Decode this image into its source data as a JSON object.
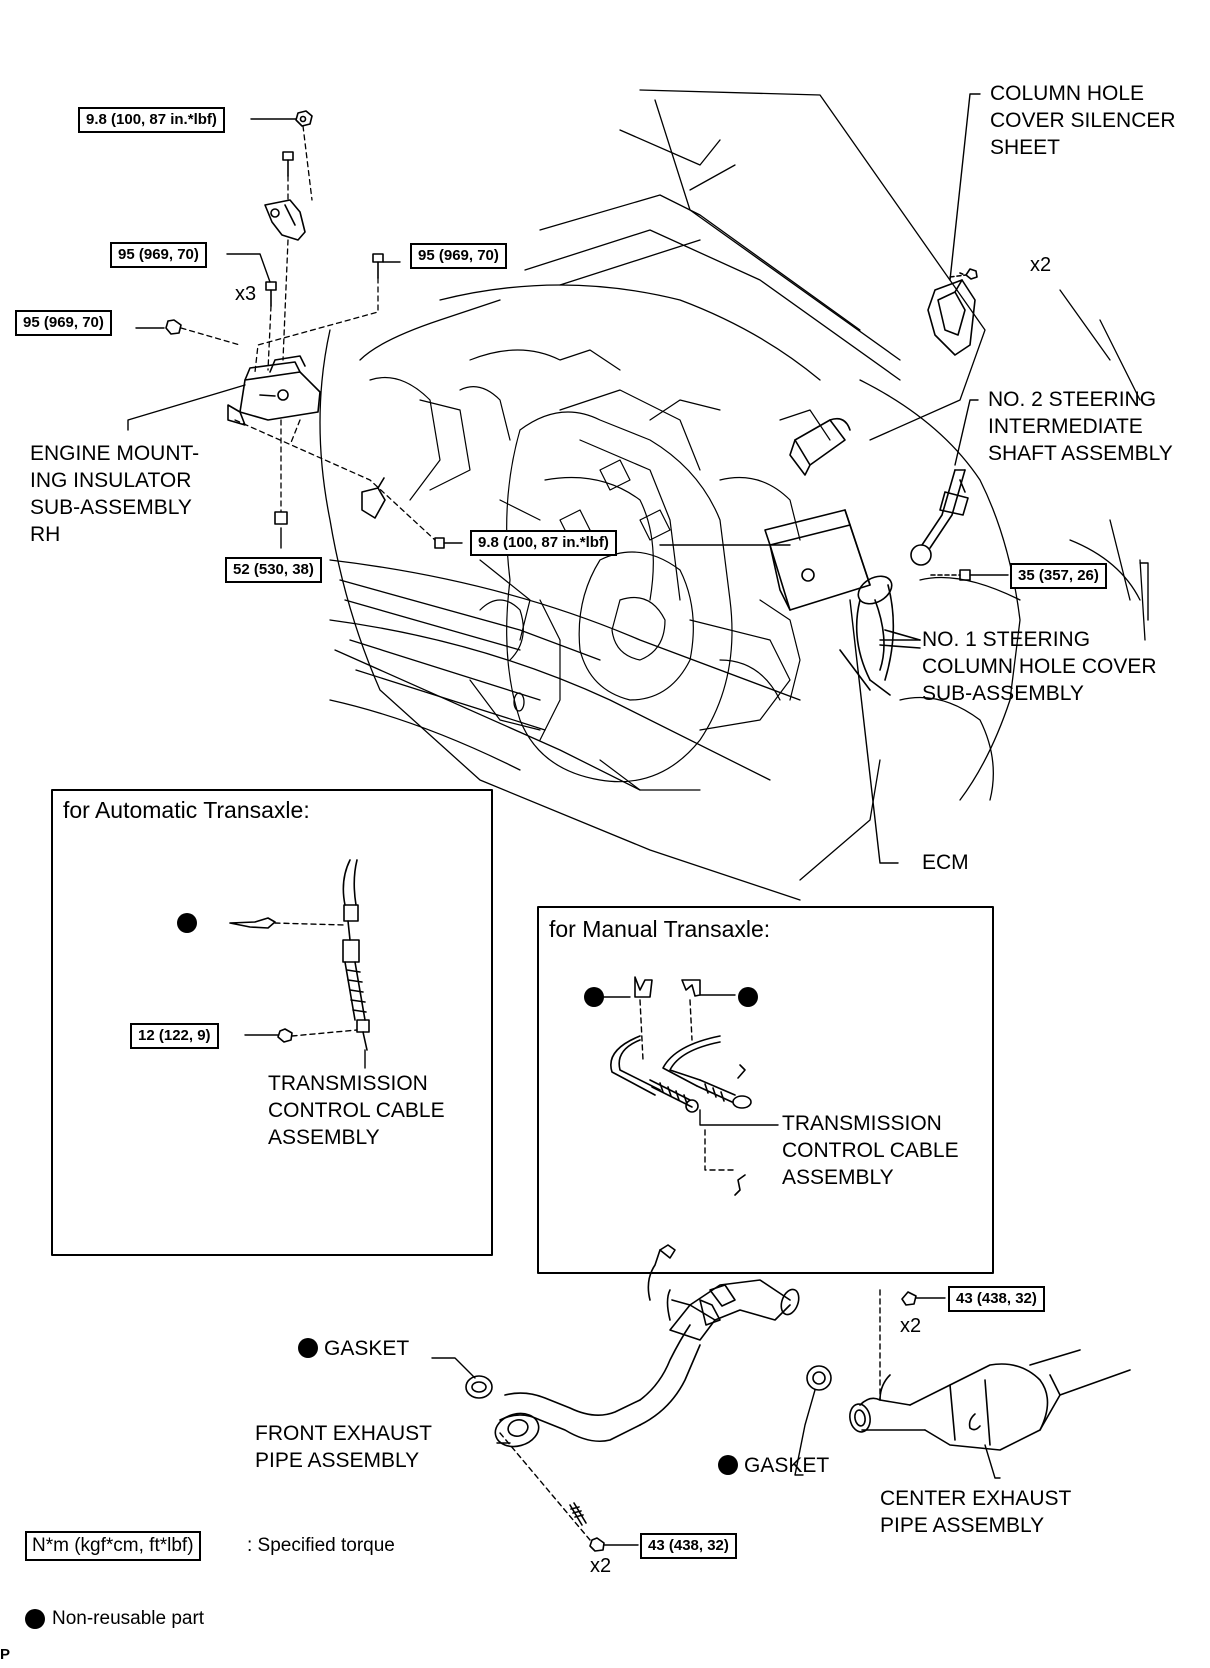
{
  "labels": {
    "column_hole_cover_silencer_sheet": "COLUMN HOLE\nCOVER SILENCER\nSHEET",
    "no2_steering_intermediate_shaft": "NO. 2 STEERING\nINTERMEDIATE\nSHAFT ASSEMBLY",
    "engine_mounting_insulator": "ENGINE MOUNT-\nING INSULATOR\nSUB-ASSEMBLY\nRH",
    "no1_steering_column_hole_cover": "NO. 1 STEERING\nCOLUMN HOLE COVER\nSUB-ASSEMBLY",
    "ecm": "ECM",
    "at_transmission_control_cable": "TRANSMISSION\nCONTROL CABLE\nASSEMBLY",
    "mt_transmission_control_cable": "TRANSMISSION\nCONTROL CABLE\nASSEMBLY",
    "gasket_front": "GASKET",
    "gasket_rear": "GASKET",
    "front_exhaust_pipe": "FRONT EXHAUST\nPIPE ASSEMBLY",
    "center_exhaust_pipe": "CENTER EXHAUST\nPIPE ASSEMBLY"
  },
  "torques": {
    "mount_top_nut": "9.8 (100, 87 in.*lbf)",
    "mount_bolt_x3": "95 (969, 70)",
    "mount_upper_bolt": "95 (969, 70)",
    "mount_left_nut": "95 (969, 70)",
    "mount_lower_bolt": "52 (530, 38)",
    "bracket_bolt": "9.8 (100, 87 in.*lbf)",
    "steering_shaft_bolt": "35 (357, 26)",
    "at_cable_nut": "12 (122, 9)",
    "center_pipe_bolt": "43 (438, 32)",
    "front_pipe_bolt": "43 (438, 32)"
  },
  "counts": {
    "mount_bolts": "x3",
    "silencer_clips": "x2",
    "center_pipe_bolts": "x2",
    "front_pipe_bolts": "x2"
  },
  "insets": {
    "automatic": "for Automatic Transaxle:",
    "manual": "for Manual Transaxle:"
  },
  "legend": {
    "torque_unit": "N*m (kgf*cm, ft*lbf)",
    "torque_desc": ": Specified torque",
    "non_reusable": "Non-reusable part"
  },
  "corner_mark": "P"
}
